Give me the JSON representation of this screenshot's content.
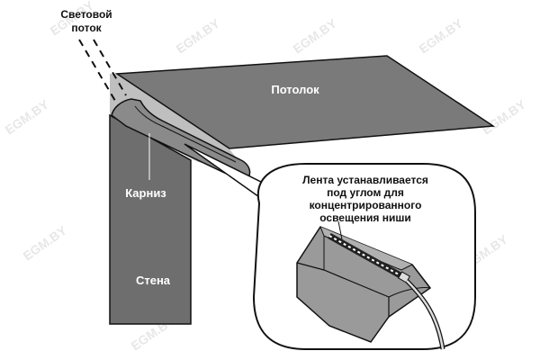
{
  "labels": {
    "light_flow_line1": "Световой",
    "light_flow_line2": "поток",
    "ceiling": "Потолок",
    "cornice": "Карниз",
    "wall": "Стена",
    "callout_line1": "Лента устанавливается",
    "callout_line2": "под углом для",
    "callout_line3": "концентрированного",
    "callout_line4": "освещения ниши"
  },
  "watermark": "EGM.BY",
  "colors": {
    "ceiling": "#7a7a7a",
    "wall": "#6e6e6e",
    "cornice": "#8a8a8a",
    "light_beam": "#bfbfbf",
    "outline": "#111111",
    "watermark": "#bdbdbd"
  }
}
